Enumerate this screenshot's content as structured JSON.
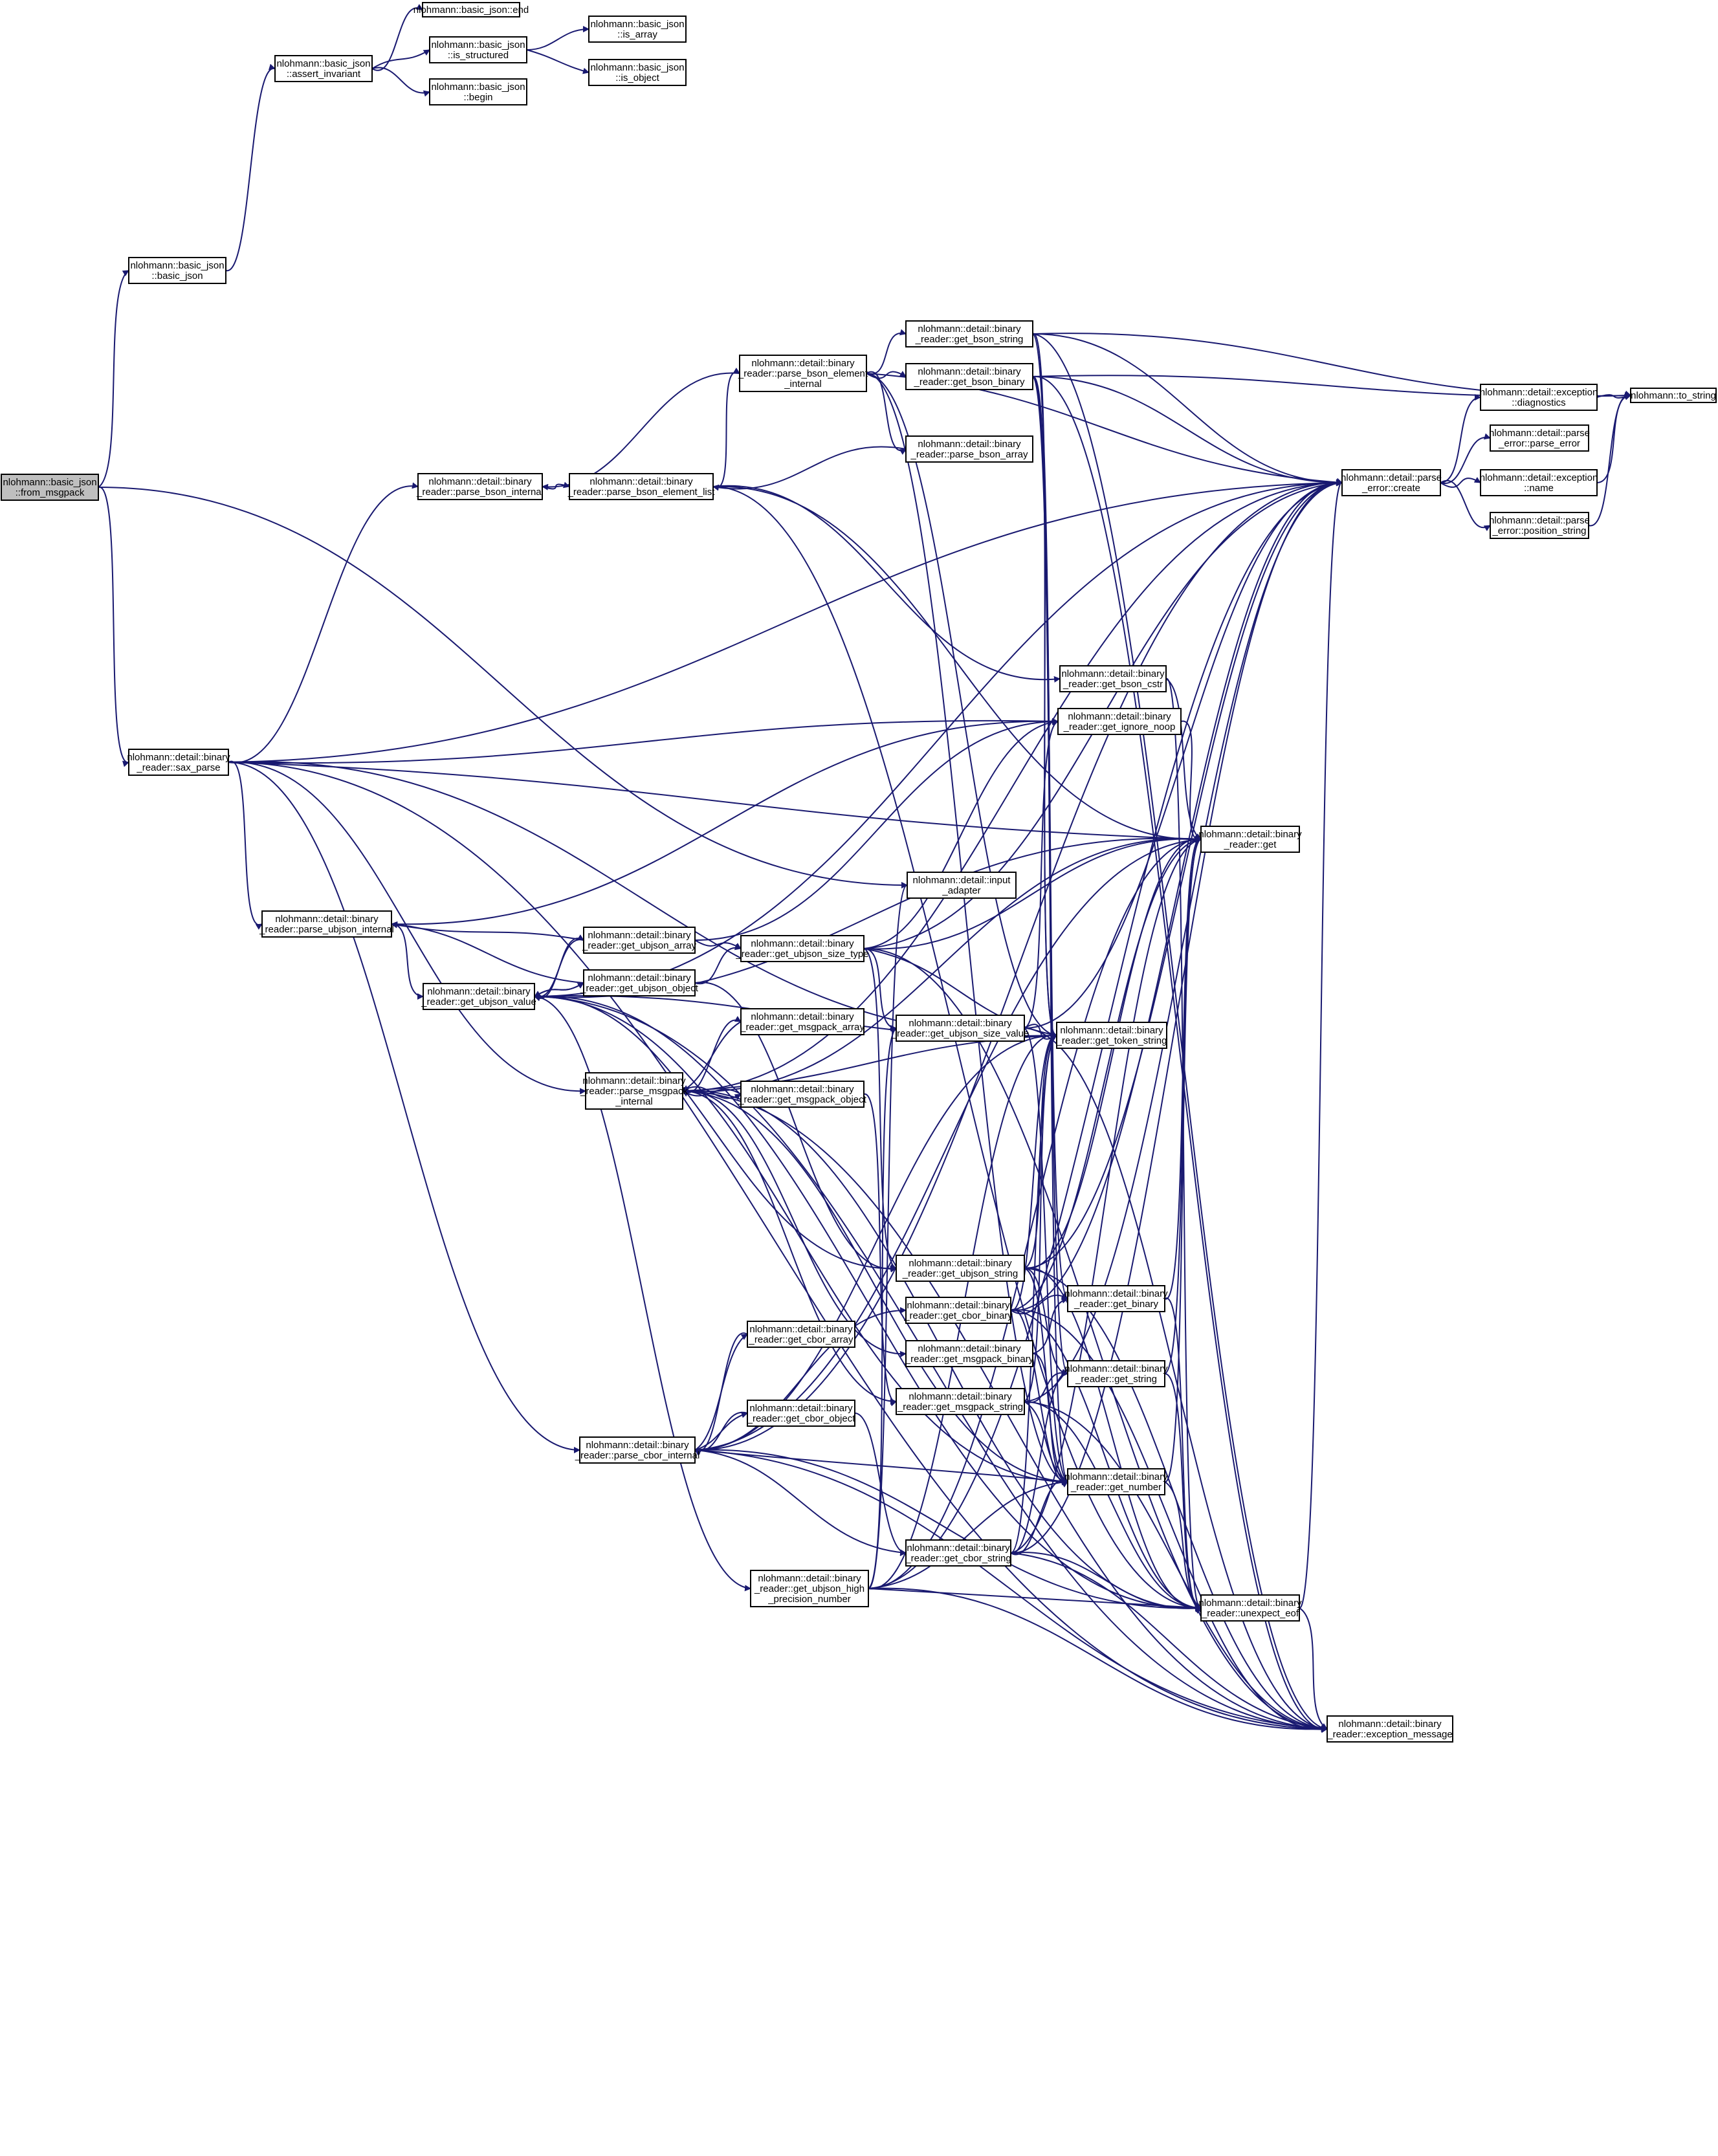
{
  "colors": {
    "edge": "#191970",
    "node_fill": "#ffffff",
    "root_fill": "#bfbfbf",
    "node_border": "#000000"
  },
  "nodes": {
    "from_msgpack": [
      "nlohmann::basic_json",
      "::from_msgpack"
    ],
    "basic_json_ctor": [
      "nlohmann::basic_json",
      "::basic_json"
    ],
    "assert_invariant": [
      "nlohmann::basic_json",
      "::assert_invariant"
    ],
    "end": [
      "nlohmann::basic_json::end"
    ],
    "is_structured": [
      "nlohmann::basic_json",
      "::is_structured"
    ],
    "begin": [
      "nlohmann::basic_json",
      "::begin"
    ],
    "is_array": [
      "nlohmann::basic_json",
      "::is_array"
    ],
    "is_object": [
      "nlohmann::basic_json",
      "::is_object"
    ],
    "sax_parse": [
      "nlohmann::detail::binary",
      "_reader::sax_parse"
    ],
    "input_adapter": [
      "nlohmann::detail::input",
      "_adapter"
    ],
    "parse_bson_internal": [
      "nlohmann::detail::binary",
      "_reader::parse_bson_internal"
    ],
    "parse_bson_element_list": [
      "nlohmann::detail::binary",
      "_reader::parse_bson_element_list"
    ],
    "parse_bson_element_internal": [
      "nlohmann::detail::binary",
      "_reader::parse_bson_element",
      "_internal"
    ],
    "get_bson_string": [
      "nlohmann::detail::binary",
      "_reader::get_bson_string"
    ],
    "get_bson_binary": [
      "nlohmann::detail::binary",
      "_reader::get_bson_binary"
    ],
    "parse_bson_array": [
      "nlohmann::detail::binary",
      "_reader::parse_bson_array"
    ],
    "parse_error_create": [
      "nlohmann::detail::parse",
      "_error::create"
    ],
    "exception_diagnostics": [
      "nlohmann::detail::exception",
      "::diagnostics"
    ],
    "parse_error_parse_error": [
      "nlohmann::detail::parse",
      "_error::parse_error"
    ],
    "exception_name": [
      "nlohmann::detail::exception",
      "::name"
    ],
    "position_string": [
      "nlohmann::detail::parse",
      "_error::position_string"
    ],
    "to_string": [
      "nlohmann::to_string"
    ],
    "get_bson_cstr": [
      "nlohmann::detail::binary",
      "_reader::get_bson_cstr"
    ],
    "get_ignore_noop": [
      "nlohmann::detail::binary",
      "_reader::get_ignore_noop"
    ],
    "get": [
      "nlohmann::detail::binary",
      "_reader::get"
    ],
    "parse_ubjson_internal": [
      "nlohmann::detail::binary",
      "_reader::parse_ubjson_internal"
    ],
    "get_ubjson_value": [
      "nlohmann::detail::binary",
      "_reader::get_ubjson_value"
    ],
    "get_ubjson_array": [
      "nlohmann::detail::binary",
      "_reader::get_ubjson_array"
    ],
    "get_ubjson_object": [
      "nlohmann::detail::binary",
      "_reader::get_ubjson_object"
    ],
    "get_ubjson_size_type": [
      "nlohmann::detail::binary",
      "_reader::get_ubjson_size_type"
    ],
    "get_ubjson_size_value": [
      "nlohmann::detail::binary",
      "_reader::get_ubjson_size_value"
    ],
    "get_token_string": [
      "nlohmann::detail::binary",
      "_reader::get_token_string"
    ],
    "get_msgpack_array": [
      "nlohmann::detail::binary",
      "_reader::get_msgpack_array"
    ],
    "parse_msgpack_internal": [
      "nlohmann::detail::binary",
      "_reader::parse_msgpack",
      "_internal"
    ],
    "get_msgpack_object": [
      "nlohmann::detail::binary",
      "_reader::get_msgpack_object"
    ],
    "get_ubjson_string": [
      "nlohmann::detail::binary",
      "_reader::get_ubjson_string"
    ],
    "get_cbor_binary": [
      "nlohmann::detail::binary",
      "_reader::get_cbor_binary"
    ],
    "get_binary": [
      "nlohmann::detail::binary",
      "_reader::get_binary"
    ],
    "get_msgpack_binary": [
      "nlohmann::detail::binary",
      "_reader::get_msgpack_binary"
    ],
    "get_string": [
      "nlohmann::detail::binary",
      "_reader::get_string"
    ],
    "get_msgpack_string": [
      "nlohmann::detail::binary",
      "_reader::get_msgpack_string"
    ],
    "get_cbor_array": [
      "nlohmann::detail::binary",
      "_reader::get_cbor_array"
    ],
    "get_cbor_object": [
      "nlohmann::detail::binary",
      "_reader::get_cbor_object"
    ],
    "parse_cbor_internal": [
      "nlohmann::detail::binary",
      "_reader::parse_cbor_internal"
    ],
    "get_number": [
      "nlohmann::detail::binary",
      "_reader::get_number"
    ],
    "get_cbor_string": [
      "nlohmann::detail::binary",
      "_reader::get_cbor_string"
    ],
    "get_ubjson_high_precision_number": [
      "nlohmann::detail::binary",
      "_reader::get_ubjson_high",
      "_precision_number"
    ],
    "unexpect_eof": [
      "nlohmann::detail::binary",
      "_reader::unexpect_eof"
    ],
    "exception_message": [
      "nlohmann::detail::binary",
      "_reader::exception_message"
    ]
  }
}
